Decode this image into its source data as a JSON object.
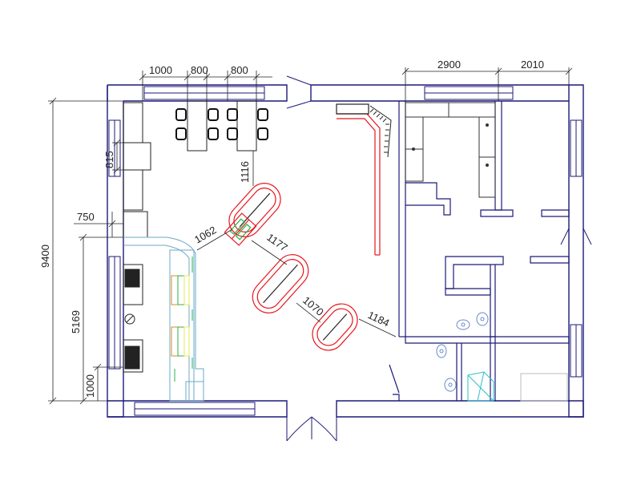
{
  "colors": {
    "wall": "#1c1a7a",
    "line": "#222222",
    "accent_red": "#e8141b",
    "equipment_blue": "#6aa8c8",
    "green": "#27b34a",
    "orange": "#e08a1e",
    "cyan": "#2bbfc7"
  },
  "dimensions": {
    "top_1000": "1000",
    "top_800_a": "800",
    "top_800_b": "800",
    "top_2900": "2900",
    "top_2010": "2010",
    "left_9400": "9400",
    "left_815": "815",
    "left_750": "750",
    "left_5169": "5169",
    "left_1000": "1000",
    "diag_1116": "1116",
    "diag_1062": "1062",
    "diag_1177": "1177",
    "diag_1070": "1070",
    "diag_1184": "1184"
  }
}
